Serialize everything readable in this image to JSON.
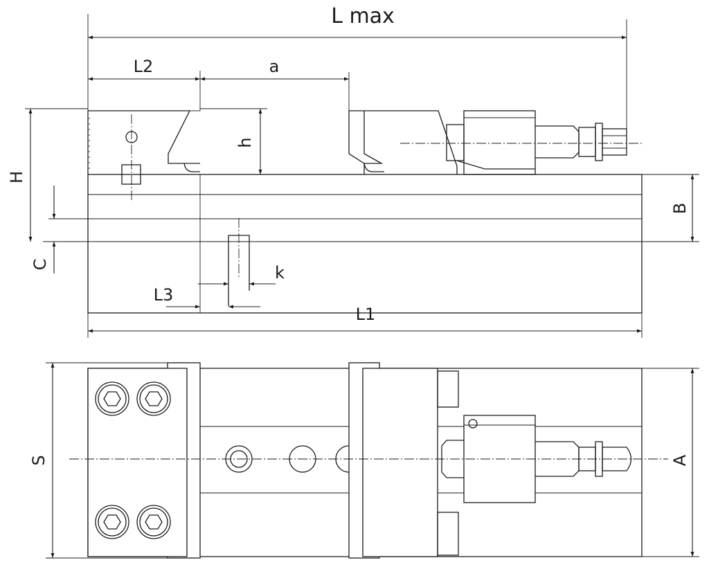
{
  "labels": {
    "lmax": "L max",
    "l2": "L2",
    "a": "a",
    "h_upper": "H",
    "h_lower": "h",
    "b": "B",
    "c": "C",
    "k": "k",
    "l3": "L3",
    "l1": "L1",
    "s": "S",
    "a_upper": "A"
  },
  "colors": {
    "line": "#1a1a1a",
    "background": "#ffffff"
  }
}
